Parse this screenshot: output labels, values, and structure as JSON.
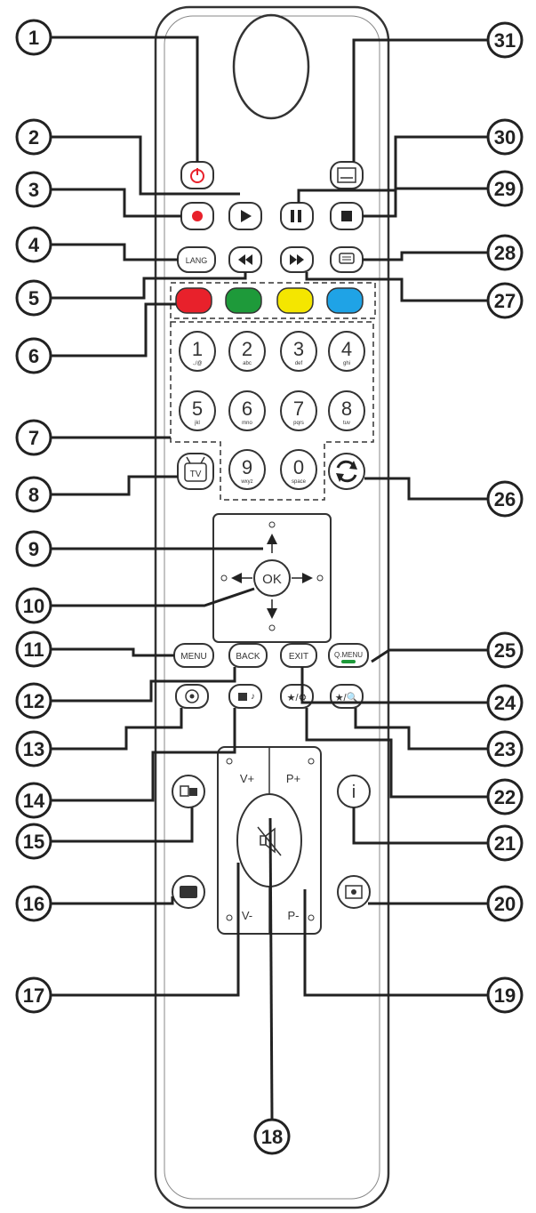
{
  "callouts": [
    "1",
    "2",
    "3",
    "4",
    "5",
    "6",
    "7",
    "8",
    "9",
    "10",
    "11",
    "12",
    "13",
    "14",
    "15",
    "16",
    "17",
    "18",
    "19",
    "20",
    "21",
    "22",
    "23",
    "24",
    "25",
    "26",
    "27",
    "28",
    "29",
    "30",
    "31"
  ],
  "buttons": {
    "lang": "LANG",
    "menu": "MENU",
    "back": "BACK",
    "exit": "EXIT",
    "q_menu": "Q.MENU",
    "ok": "OK",
    "tv": "TV",
    "info": "i",
    "vol_up": "V+",
    "vol_down": "V-",
    "prog_up": "P+",
    "prog_down": "P-",
    "fav_left": "★/⚙",
    "fav_right": "★/🔍"
  },
  "numpad": [
    {
      "digit": "1",
      "sub": ".,/@"
    },
    {
      "digit": "2",
      "sub": "abc"
    },
    {
      "digit": "3",
      "sub": "def"
    },
    {
      "digit": "4",
      "sub": "ghi"
    },
    {
      "digit": "5",
      "sub": "jkl"
    },
    {
      "digit": "6",
      "sub": "mno"
    },
    {
      "digit": "7",
      "sub": "pqrs"
    },
    {
      "digit": "8",
      "sub": "tuv"
    },
    {
      "digit": "9",
      "sub": "wxyz"
    },
    {
      "digit": "0",
      "sub": "space"
    }
  ],
  "colors": {
    "red": "#e8212b",
    "green": "#1e9a3a",
    "yellow": "#f4e600",
    "blue": "#1fa3e6"
  }
}
